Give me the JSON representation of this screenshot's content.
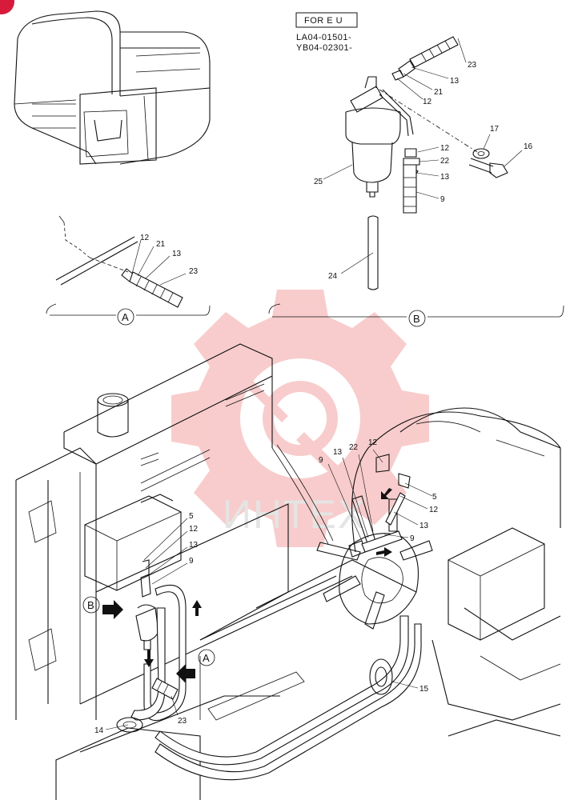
{
  "header": {
    "tag": "FOR E U",
    "serial_1": "LA04-01501-",
    "serial_2": "YB04-02301-"
  },
  "sections": {
    "a": "A",
    "b": "B"
  },
  "watermark": {
    "text": "ИНТЕХ",
    "color": "#f4a3a3"
  },
  "parts": {
    "p5": "5",
    "p9": "9",
    "p12": "12",
    "p13": "13",
    "p14": "14",
    "p15": "15",
    "p16": "16",
    "p17": "17",
    "p21": "21",
    "p22": "22",
    "p23": "23",
    "p24": "24",
    "p25": "25"
  },
  "colors": {
    "line": "#111111",
    "corner_badge": "#d81b3b"
  }
}
